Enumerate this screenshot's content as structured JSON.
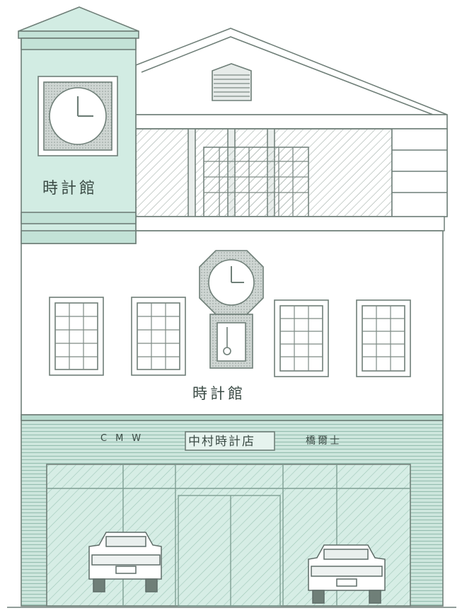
{
  "drawing": {
    "tower_sign": "時計館",
    "center_sign": "時計館",
    "store_brand": "CMW",
    "store_name": "中村時計店",
    "store_extra": "橋爾士"
  },
  "colors": {
    "mint": "#cfe9e0",
    "mint_dark": "#a9d3c4",
    "line": "#6f7f78",
    "hatch": "#9aa8a2"
  },
  "icons": [
    "tower-clock-icon",
    "pendulum-clock-icon",
    "car-icon"
  ]
}
